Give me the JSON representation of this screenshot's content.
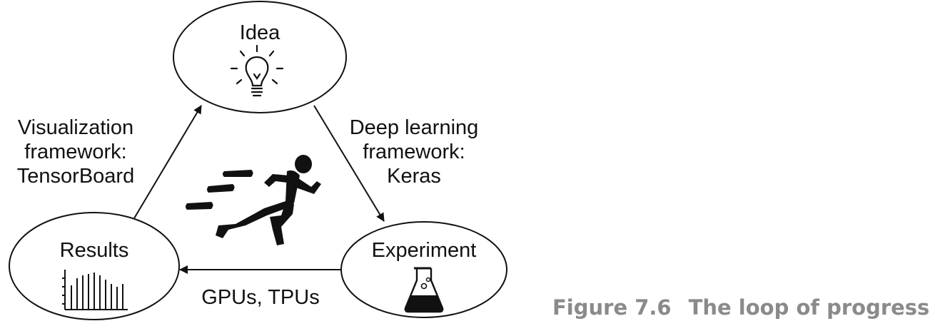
{
  "nodes": {
    "idea": "Idea",
    "results": "Results",
    "experiment": "Experiment"
  },
  "edges": {
    "visualization": [
      "Visualization",
      "framework:",
      "TensorBoard"
    ],
    "deep_learning": [
      "Deep learning",
      "framework:",
      "Keras"
    ],
    "hardware": "GPUs, TPUs"
  },
  "icons": {
    "idea": "lightbulb-icon",
    "results": "bar-chart-icon",
    "experiment": "flask-icon",
    "center": "running-person-icon"
  },
  "caption": {
    "number": "Figure 7.6",
    "title": "The loop of progress"
  },
  "colors": {
    "caption": "#8a8a8a",
    "lines": "#111111"
  }
}
